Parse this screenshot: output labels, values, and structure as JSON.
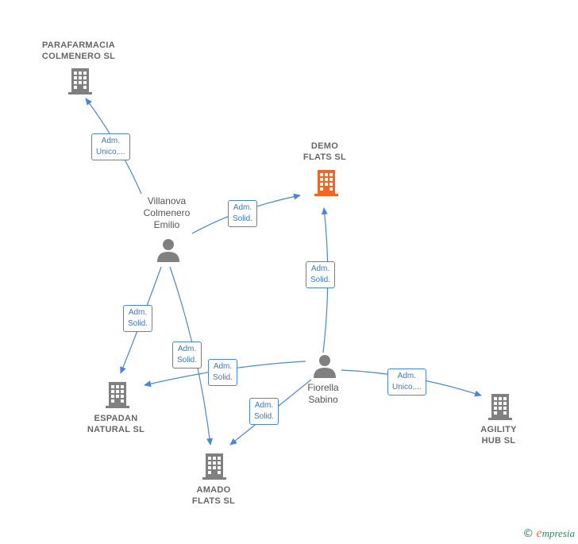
{
  "colors": {
    "company": "#808080",
    "company_highlight": "#f26522",
    "person": "#808080",
    "edge": "#4a86d6"
  },
  "nodes": {
    "parafarmacia": {
      "line1": "PARAFARMACIA",
      "line2": "COLMENERO SL"
    },
    "demo": {
      "line1": "DEMO",
      "line2": "FLATS  SL"
    },
    "espadan": {
      "line1": "ESPADAN",
      "line2": "NATURAL  SL"
    },
    "amado": {
      "line1": "AMADO",
      "line2": "FLATS  SL"
    },
    "agility": {
      "line1": "AGILITY",
      "line2": "HUB  SL"
    },
    "villanova": {
      "line1": "Villanova",
      "line2": "Colmenero",
      "line3": "Emilio"
    },
    "fiorella": {
      "line1": "Fiorella",
      "line2": "Sabino"
    }
  },
  "edges": {
    "e1": {
      "line1": "Adm.",
      "line2": "Unico,..."
    },
    "e2": {
      "line1": "Adm.",
      "line2": "Solid."
    },
    "e3": {
      "line1": "Adm.",
      "line2": "Solid."
    },
    "e4": {
      "line1": "Adm.",
      "line2": "Solid."
    },
    "e5": {
      "line1": "Adm.",
      "line2": "Solid."
    },
    "e6": {
      "line1": "Adm.",
      "line2": "Solid."
    },
    "e7": {
      "line1": "Adm.",
      "line2": "Unico,..."
    },
    "e8": {
      "line1": "Adm.",
      "line2": "Solid."
    }
  },
  "footer": {
    "copyright": "©",
    "brand_initial": "e",
    "brand_rest": "mpresia"
  }
}
